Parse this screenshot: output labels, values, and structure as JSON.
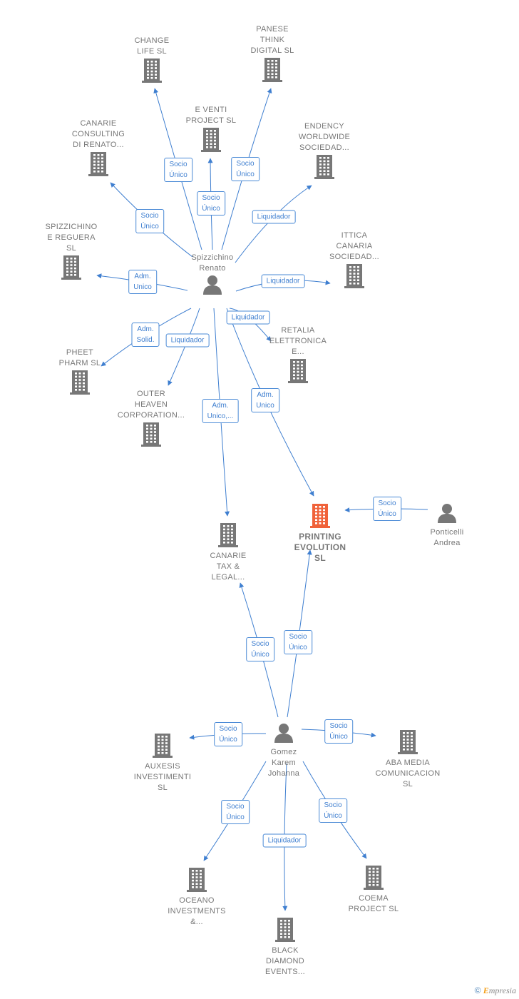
{
  "colors": {
    "edge": "#3f7fd0",
    "building": "#777777",
    "focus_building": "#f0623a",
    "person": "#777777"
  },
  "nodes": [
    {
      "id": "change_life",
      "type": "company",
      "label": "CHANGE\nLIFE  SL"
    },
    {
      "id": "panese",
      "type": "company",
      "label": "PANESE\nTHINK\nDIGITAL  SL"
    },
    {
      "id": "canarie_consulting",
      "type": "company",
      "label": "CANARIE\nCONSULTING\nDI RENATO..."
    },
    {
      "id": "e_venti",
      "type": "company",
      "label": "E VENTI\nPROJECT  SL"
    },
    {
      "id": "endency",
      "type": "company",
      "label": "ENDENCY\nWORLDWIDE\nSOCIEDAD..."
    },
    {
      "id": "spizzichino_reguera",
      "type": "company",
      "label": "SPIZZICHINO\nE REGUERA\nSL"
    },
    {
      "id": "ittica",
      "type": "company",
      "label": "ITTICA\nCANARIA\nSOCIEDAD..."
    },
    {
      "id": "spizzichino_renato",
      "type": "person",
      "label": "Spizzichino\nRenato"
    },
    {
      "id": "retalia",
      "type": "company",
      "label": "RETALIA\nELETTRONICA\nE..."
    },
    {
      "id": "pheet",
      "type": "company",
      "label": "PHEET\nPHARM  SL"
    },
    {
      "id": "outer_heaven",
      "type": "company",
      "label": "OUTER\nHEAVEN\nCORPORATION..."
    },
    {
      "id": "printing",
      "type": "focus",
      "label": "PRINTING\nEVOLUTION\nSL"
    },
    {
      "id": "ponticelli",
      "type": "person",
      "label": "Ponticelli\nAndrea"
    },
    {
      "id": "canarie_tax",
      "type": "company",
      "label": "CANARIE\nTAX &\nLEGAL..."
    },
    {
      "id": "gomez",
      "type": "person",
      "label": "Gomez\nKarem\nJohanna"
    },
    {
      "id": "auxesis",
      "type": "company",
      "label": "AUXESIS\nINVESTIMENTI\nSL"
    },
    {
      "id": "aba_media",
      "type": "company",
      "label": "ABA MEDIA\nCOMUNICACION\nSL"
    },
    {
      "id": "oceano",
      "type": "company",
      "label": "OCEANO\nINVESTMENTS\n&..."
    },
    {
      "id": "coema",
      "type": "company",
      "label": "COEMA\nPROJECT  SL"
    },
    {
      "id": "black_diamond",
      "type": "company",
      "label": "BLACK\nDIAMOND\nEVENTS..."
    }
  ],
  "edges": [
    {
      "from": "spizzichino_renato",
      "to": "change_life",
      "label": "Socio\nÚnico"
    },
    {
      "from": "spizzichino_renato",
      "to": "e_venti",
      "label": "Socio\nÚnico"
    },
    {
      "from": "spizzichino_renato",
      "to": "panese",
      "label": "Socio\nÚnico"
    },
    {
      "from": "spizzichino_renato",
      "to": "canarie_consulting",
      "label": "Socio\nÚnico"
    },
    {
      "from": "spizzichino_renato",
      "to": "endency",
      "label": "Liquidador"
    },
    {
      "from": "spizzichino_renato",
      "to": "spizzichino_reguera",
      "label": "Adm.\nUnico"
    },
    {
      "from": "spizzichino_renato",
      "to": "ittica",
      "label": "Liquidador"
    },
    {
      "from": "spizzichino_renato",
      "to": "retalia",
      "label": "Liquidador"
    },
    {
      "from": "spizzichino_renato",
      "to": "pheet",
      "label": "Adm.\nSolid."
    },
    {
      "from": "spizzichino_renato",
      "to": "outer_heaven",
      "label": "Liquidador"
    },
    {
      "from": "spizzichino_renato",
      "to": "canarie_tax",
      "label": "Adm.\nUnico,..."
    },
    {
      "from": "spizzichino_renato",
      "to": "printing",
      "label": "Adm.\nUnico"
    },
    {
      "from": "ponticelli",
      "to": "printing",
      "label": "Socio\nÚnico"
    },
    {
      "from": "gomez",
      "to": "canarie_tax",
      "label": "Socio\nÚnico"
    },
    {
      "from": "gomez",
      "to": "printing",
      "label": "Socio\nÚnico"
    },
    {
      "from": "gomez",
      "to": "auxesis",
      "label": "Socio\nÚnico"
    },
    {
      "from": "gomez",
      "to": "aba_media",
      "label": "Socio\nÚnico"
    },
    {
      "from": "gomez",
      "to": "oceano",
      "label": "Socio\nÚnico"
    },
    {
      "from": "gomez",
      "to": "black_diamond",
      "label": "Liquidador"
    },
    {
      "from": "gomez",
      "to": "coema",
      "label": "Socio\nÚnico"
    }
  ],
  "footer": {
    "copyright": "©",
    "brand_first": "E",
    "brand_rest": "mpresia"
  }
}
